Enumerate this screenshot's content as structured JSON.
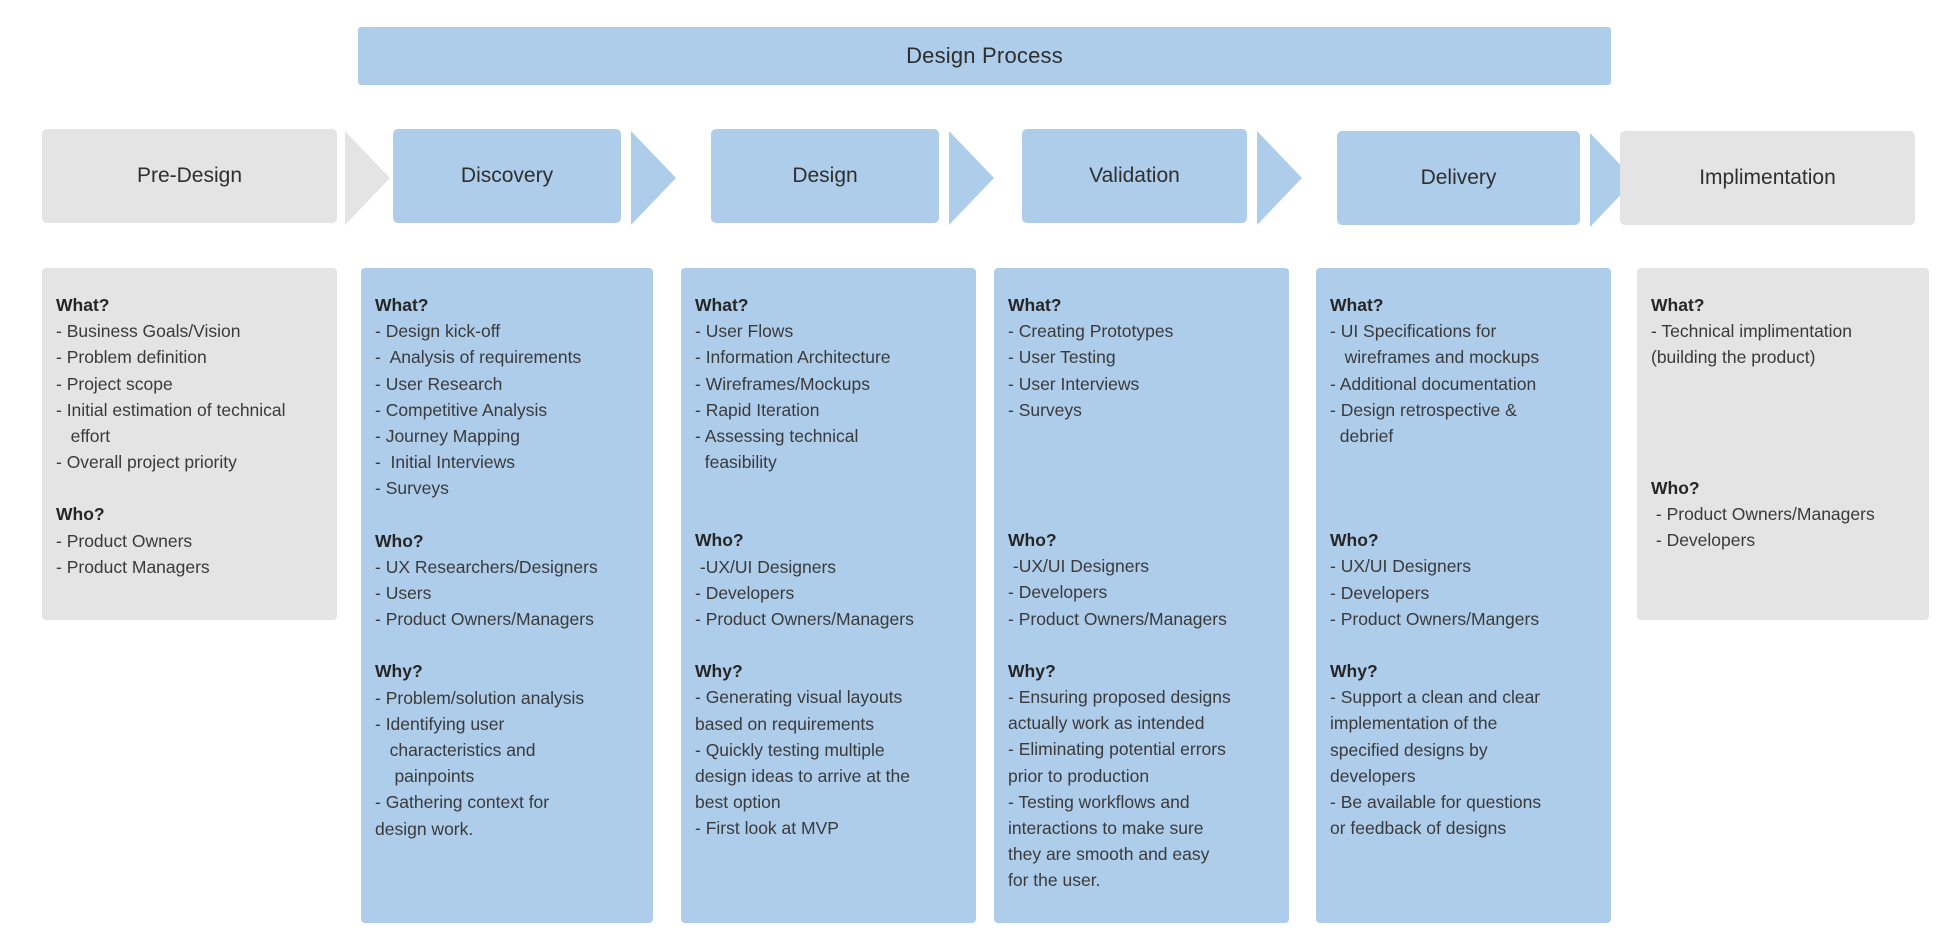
{
  "diagram": {
    "title": "Design Process",
    "colors": {
      "accent_blue": "#aecdeb",
      "neutral_gray": "#e4e4e4",
      "text": "#3a3a3a",
      "background": "#ffffff"
    },
    "section_labels": {
      "what": "What?",
      "who": "Who?",
      "why": "Why?"
    },
    "stages": [
      {
        "id": "pre-design",
        "label": "Pre-Design",
        "tone": "gray",
        "what": [
          "- Business Goals/Vision",
          "- Problem definition",
          "- Project scope",
          "- Initial estimation of technical",
          "   effort",
          "- Overall project priority"
        ],
        "who": [
          "- Product Owners",
          "- Product Managers"
        ],
        "why": []
      },
      {
        "id": "discovery",
        "label": "Discovery",
        "tone": "blue",
        "what": [
          "- Design kick-off",
          "-  Analysis of requirements",
          "- User Research",
          "- Competitive Analysis",
          "- Journey Mapping",
          "-  Initial Interviews",
          "- Surveys"
        ],
        "who": [
          "- UX Researchers/Designers",
          "- Users",
          "- Product Owners/Managers"
        ],
        "why": [
          "- Problem/solution analysis",
          "- Identifying user",
          "   characteristics and",
          "    painpoints",
          "- Gathering context for",
          "design work."
        ]
      },
      {
        "id": "design",
        "label": "Design",
        "tone": "blue",
        "what": [
          "- User Flows",
          "- Information Architecture",
          "- Wireframes/Mockups",
          "- Rapid Iteration",
          "- Assessing technical",
          "  feasibility"
        ],
        "who": [
          " -UX/UI Designers",
          "- Developers",
          "- Product Owners/Managers"
        ],
        "why": [
          "- Generating visual layouts",
          "based on requirements",
          "- Quickly testing multiple",
          "design ideas to arrive at the",
          "best option",
          "- First look at MVP"
        ]
      },
      {
        "id": "validation",
        "label": "Validation",
        "tone": "blue",
        "what": [
          "- Creating Prototypes",
          "- User Testing",
          "- User Interviews",
          "- Surveys"
        ],
        "who": [
          " -UX/UI Designers",
          "- Developers",
          "- Product Owners/Managers"
        ],
        "why": [
          "- Ensuring proposed designs",
          "actually work as intended",
          "- Eliminating potential errors",
          "prior to production",
          "- Testing workflows and",
          "interactions to make sure",
          "they are smooth and easy",
          "for the user."
        ]
      },
      {
        "id": "delivery",
        "label": "Delivery",
        "tone": "blue",
        "what": [
          "- UI Specifications for",
          "   wireframes and mockups",
          "- Additional documentation",
          "- Design retrospective &",
          "  debrief"
        ],
        "who": [
          "- UX/UI Designers",
          "- Developers",
          "- Product Owners/Mangers"
        ],
        "why": [
          "- Support a clean and clear",
          "implementation of the",
          "specified designs by",
          "developers",
          "- Be available for questions",
          "or feedback of designs"
        ]
      },
      {
        "id": "implimentation",
        "label": "Implimentation",
        "tone": "gray",
        "what": [
          "- Technical implimentation",
          "(building the product)"
        ],
        "who": [
          " - Product Owners/Managers",
          " - Developers"
        ],
        "why": []
      }
    ],
    "arrows": [
      {
        "after": "pre-design",
        "tone": "gray"
      },
      {
        "after": "discovery",
        "tone": "blue"
      },
      {
        "after": "design",
        "tone": "blue"
      },
      {
        "after": "validation",
        "tone": "blue"
      },
      {
        "after": "delivery",
        "tone": "blue"
      }
    ]
  }
}
